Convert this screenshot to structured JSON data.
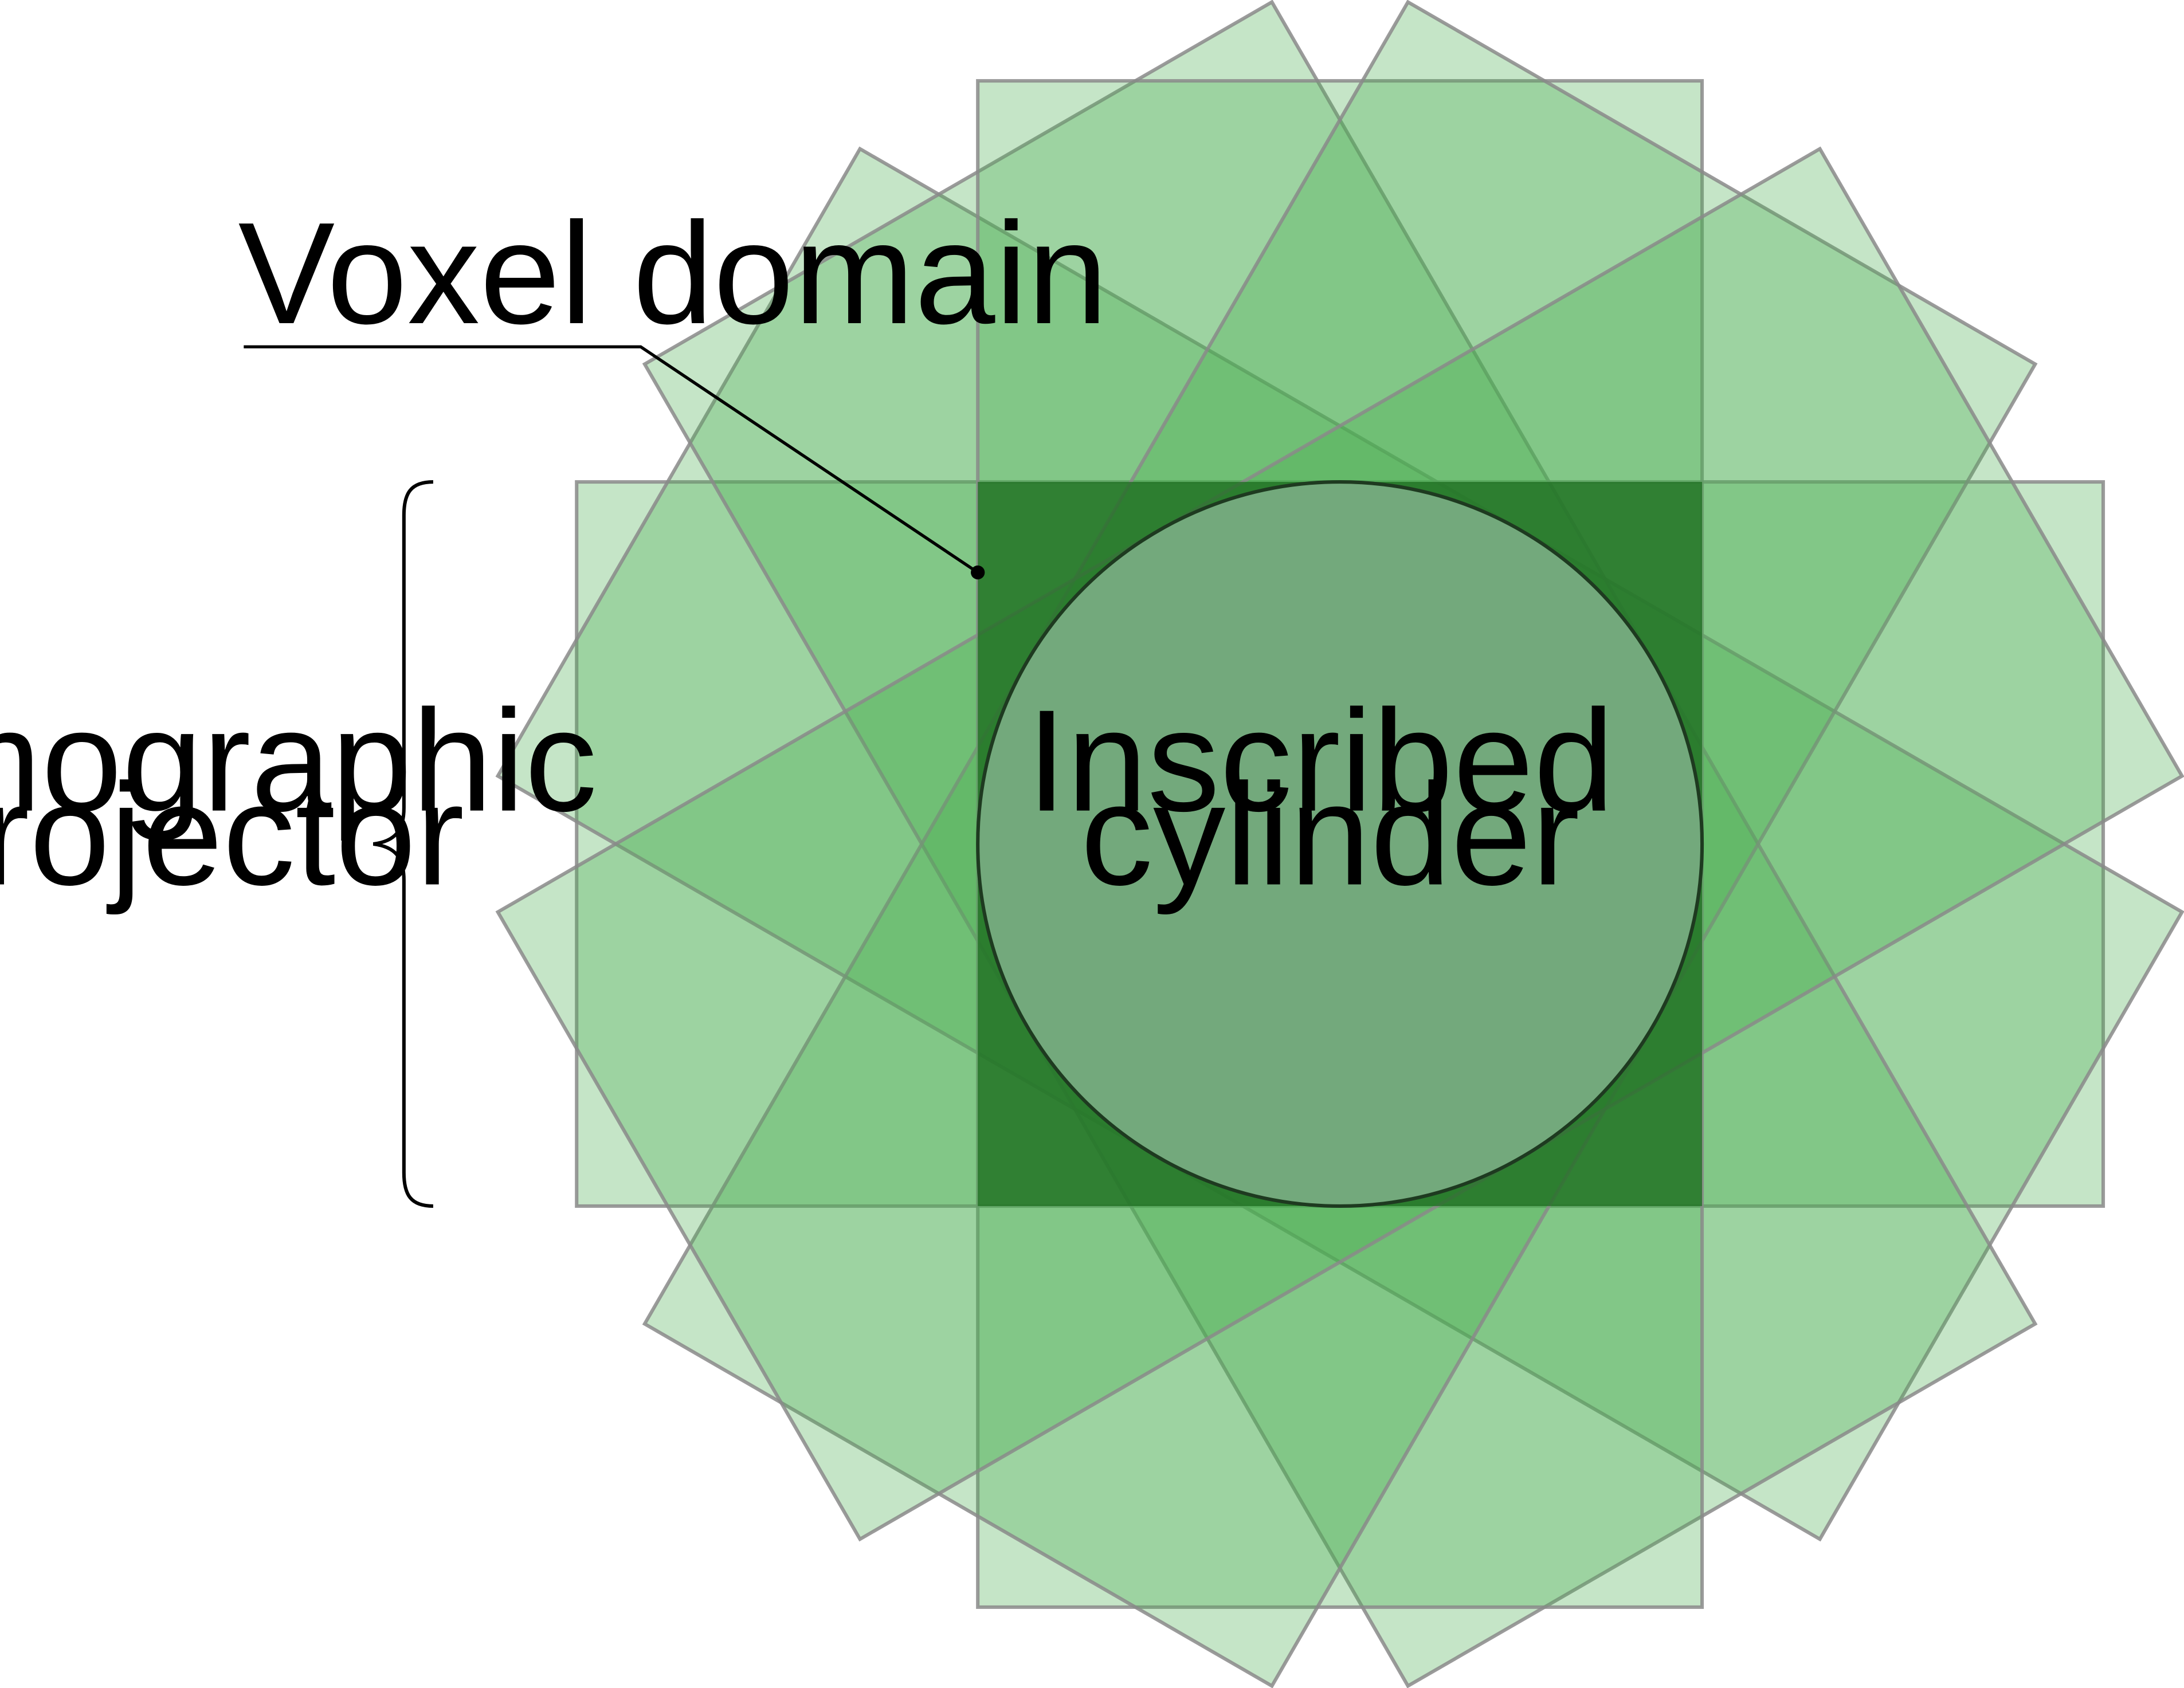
{
  "labels": {
    "voxel_domain": "Voxel domain",
    "projector_line1": "Tomographic",
    "projector_line2": "projector",
    "cylinder_line1": "Inscribed",
    "cylinder_line2": "cylinder"
  },
  "colors": {
    "projector_fill": "#4caf50",
    "projector_stroke": "#8a8a8a",
    "voxel_fill": "#1b6b1e",
    "cylinder_fill": "#73a97c",
    "cylinder_stroke": "#1e3a20",
    "annotation": "#000000"
  },
  "projector_angles_deg": [
    0,
    30,
    60,
    90,
    120,
    150
  ]
}
